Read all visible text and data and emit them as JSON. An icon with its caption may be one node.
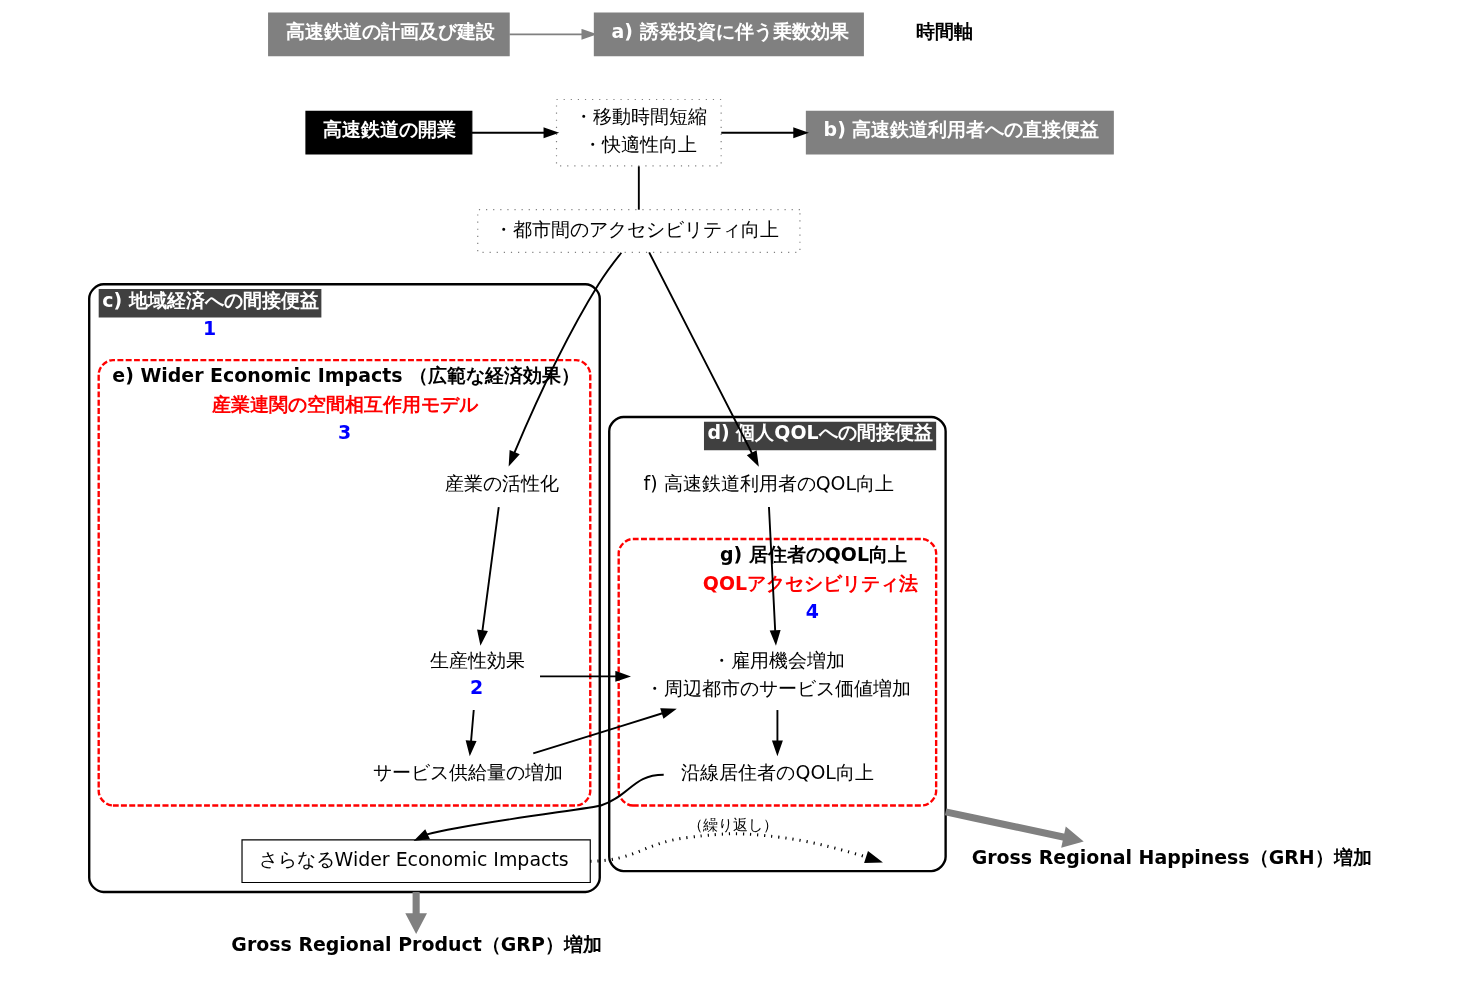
{
  "diagram": {
    "nodes": [
      {
        "text": [
          "高速鉄道の計画及び建設"
        ]
      },
      {
        "text": [
          "a) 誘発投資に伴う乗数効果"
        ]
      },
      {
        "text": [
          "高速鉄道の開業"
        ]
      },
      {
        "text": [
          "・移動時間短縮",
          "・快適性向上"
        ]
      },
      {
        "text": [
          "・都市間のアクセシビリティ向上"
        ]
      },
      {
        "text": [
          "b) 高速鉄道利用者への直接便益"
        ]
      },
      {
        "text": [
          "c) 地域経済への間接便益"
        ],
        "beside": [
          "1"
        ]
      },
      {
        "text": [
          "e) Wider Economic Impacts （広範な経済効果）"
        ],
        "in": 6,
        "beside": [
          "産業連関の空間相互作用モデル",
          "3"
        ]
      },
      {
        "text": [
          "産業の活性化"
        ],
        "in": 7
      },
      {
        "text": [
          "生産性効果"
        ],
        "in": 7,
        "beside": [
          "2"
        ]
      },
      {
        "text": [
          "サービス供給量の増加"
        ],
        "in": 7
      },
      {
        "text": [
          "さらなるWider Economic Impacts"
        ],
        "in": 6
      },
      {
        "text": [
          "d) 個人QOLへの間接便益"
        ]
      },
      {
        "text": [
          "f) 高速鉄道利用者のQOL向上"
        ],
        "in": 12
      },
      {
        "text": [
          "g) 居住者のQOL向上"
        ],
        "in": 12,
        "beside": [
          "QOLアクセシビリティ法",
          "4"
        ]
      },
      {
        "text": [
          "・雇用機会増加",
          "・周辺都市のサービス価値増加"
        ],
        "in": 14
      },
      {
        "text": [
          "沿線居住者のQOL向上"
        ],
        "in": 14
      },
      {
        "text": [
          "Gross Regional Product（GRP）増加"
        ]
      },
      {
        "text": [
          "Gross Regional Happiness（GRH）増加"
        ]
      }
    ],
    "edges": [
      {
        "from": 0,
        "to": 1,
        "arrow": "to",
        "color": "#808080"
      },
      {
        "from": 2,
        "to": 3,
        "arrow": "to"
      },
      {
        "from": 3,
        "to": 5,
        "arrow": "to"
      },
      {
        "from": 3,
        "to": 4,
        "arrow": "none"
      },
      {
        "from": 4,
        "to": 8,
        "arrow": "to"
      },
      {
        "from": 4,
        "to": 13,
        "arrow": "to"
      },
      {
        "from": 8,
        "to": 9,
        "arrow": "to"
      },
      {
        "from": 9,
        "to": 15,
        "arrow": "to"
      },
      {
        "from": 10,
        "to": 15,
        "arrow": "to"
      },
      {
        "from": 9,
        "to": 10,
        "arrow": "to"
      },
      {
        "from": 13,
        "to": 15,
        "arrow": "to"
      },
      {
        "from": 15,
        "to": 16,
        "arrow": "to"
      },
      {
        "from": 16,
        "to": 11,
        "arrow": "to"
      },
      {
        "from": 11,
        "to": 12,
        "arrow": "to",
        "style": "dashed",
        "label": "（繰り返し）"
      },
      {
        "from": 6,
        "to": 17,
        "arrow": "to",
        "style": "thick",
        "color": "#808080"
      },
      {
        "from": 12,
        "to": 18,
        "arrow": "to",
        "style": "thick",
        "color": "#808080"
      }
    ],
    "labels": [
      "時間軸"
    ]
  }
}
